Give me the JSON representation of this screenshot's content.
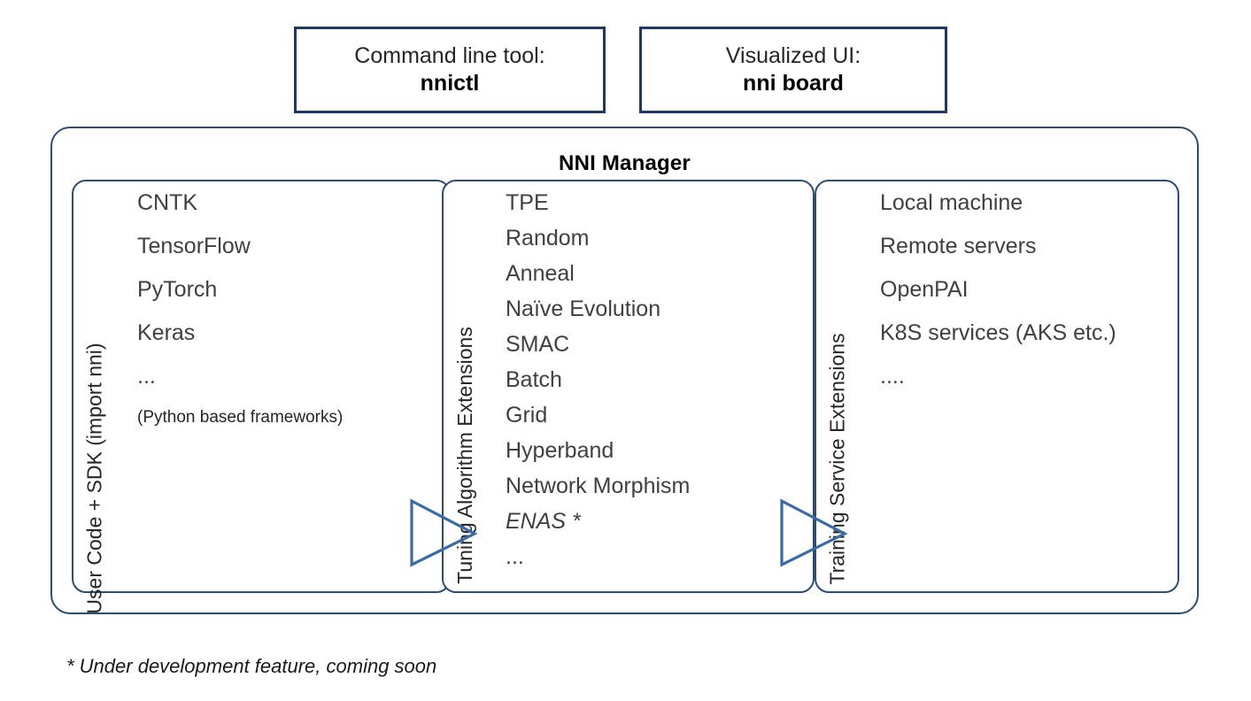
{
  "top_boxes": [
    {
      "caption": "Command line tool:",
      "name": "nnictl"
    },
    {
      "caption": "Visualized UI:",
      "name": "nni board"
    }
  ],
  "manager": {
    "title": "NNI Manager",
    "panels": [
      {
        "vertical_label": "User Code + SDK (import nni)",
        "items": [
          {
            "text": "CNTK"
          },
          {
            "text": "TensorFlow"
          },
          {
            "text": "PyTorch",
            "misspelled": true
          },
          {
            "text": "Keras"
          },
          {
            "text": "..."
          },
          {
            "text": "(Python based frameworks)",
            "small": true
          }
        ]
      },
      {
        "vertical_label": "Tuning Algorithm Extensions",
        "items": [
          {
            "text": "TPE"
          },
          {
            "text": "Random"
          },
          {
            "text": "Anneal"
          },
          {
            "text": "Naïve Evolution"
          },
          {
            "text": "SMAC"
          },
          {
            "text": "Batch"
          },
          {
            "text": "Grid"
          },
          {
            "text": "Hyperband"
          },
          {
            "text": "Network Morphism"
          },
          {
            "text": "ENAS *",
            "italic": true
          },
          {
            "text": "..."
          }
        ]
      },
      {
        "vertical_label": "Training Service Extensions",
        "items": [
          {
            "text": "Local machine"
          },
          {
            "text": "Remote servers"
          },
          {
            "text": "OpenPAI"
          },
          {
            "text": "K8S services (AKS etc.)"
          },
          {
            "text": "...."
          }
        ]
      }
    ]
  },
  "arrows": [
    {
      "name": "arrow-user-to-tuning"
    },
    {
      "name": "arrow-tuning-to-service"
    }
  ],
  "footnote": "* Under development feature, coming soon",
  "colors": {
    "border_outer": "#2E4D73",
    "border_panel": "#2E4D73",
    "border_topbox": "#1F3864",
    "arrow_stroke": "#3B6BA5",
    "text_primary": "#404040",
    "text_title": "#000000",
    "misspell_underline": "#D02020"
  }
}
